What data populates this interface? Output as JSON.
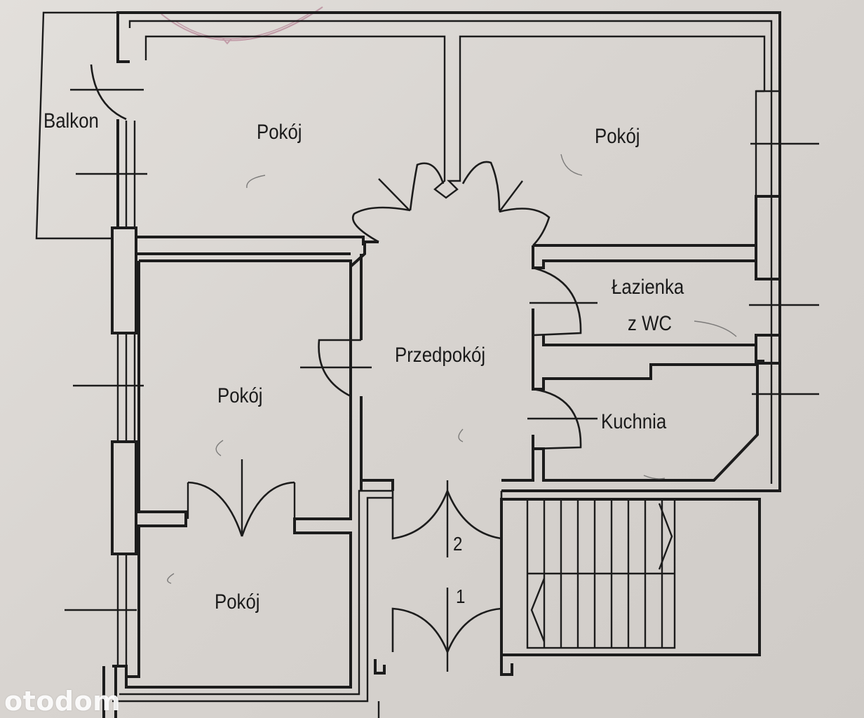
{
  "rooms": {
    "balkon": "Balkon",
    "pokoj_top_left": "Pokój",
    "pokoj_top_right": "Pokój",
    "pokoj_mid_left": "Pokój",
    "pokoj_bottom_left": "Pokój",
    "lazienka_line1": "Łazienka",
    "lazienka_line2": "z WC",
    "przedpokoj": "Przedpokój",
    "kuchnia": "Kuchnia"
  },
  "door_numbers": {
    "inner": "2",
    "outer": "1"
  },
  "watermark": "otodom",
  "colors": {
    "paper": "#d9d5d1",
    "ink": "#1c1c1c",
    "stamp": "#a05070"
  }
}
